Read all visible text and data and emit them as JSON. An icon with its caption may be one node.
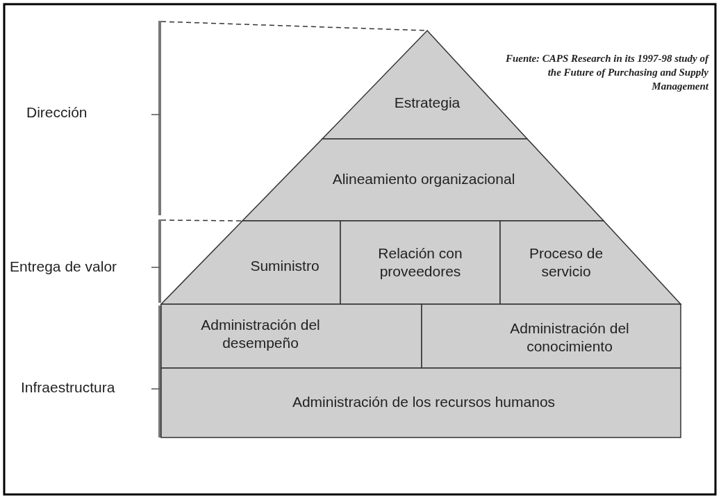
{
  "diagram": {
    "nodes": [
      {
        "text": [
          "Estrategia"
        ]
      },
      {
        "text": [
          "Alineamiento organizacional"
        ]
      },
      {
        "text": [
          "Suministro"
        ]
      },
      {
        "text": [
          "Relación con proveedores"
        ]
      },
      {
        "text": [
          "Proceso de servicio"
        ]
      },
      {
        "text": [
          "Administración del desempeño"
        ]
      },
      {
        "text": [
          "Administración del conocimiento"
        ]
      },
      {
        "text": [
          "Administración de los recursos humanos"
        ]
      }
    ],
    "edges": [],
    "labels": [
      "Fuente: CAPS Research in its 1997-98 study of the Future of Purchasing and Supply Management",
      "Dirección",
      "Entrega de valor",
      "Infraestructura"
    ]
  }
}
